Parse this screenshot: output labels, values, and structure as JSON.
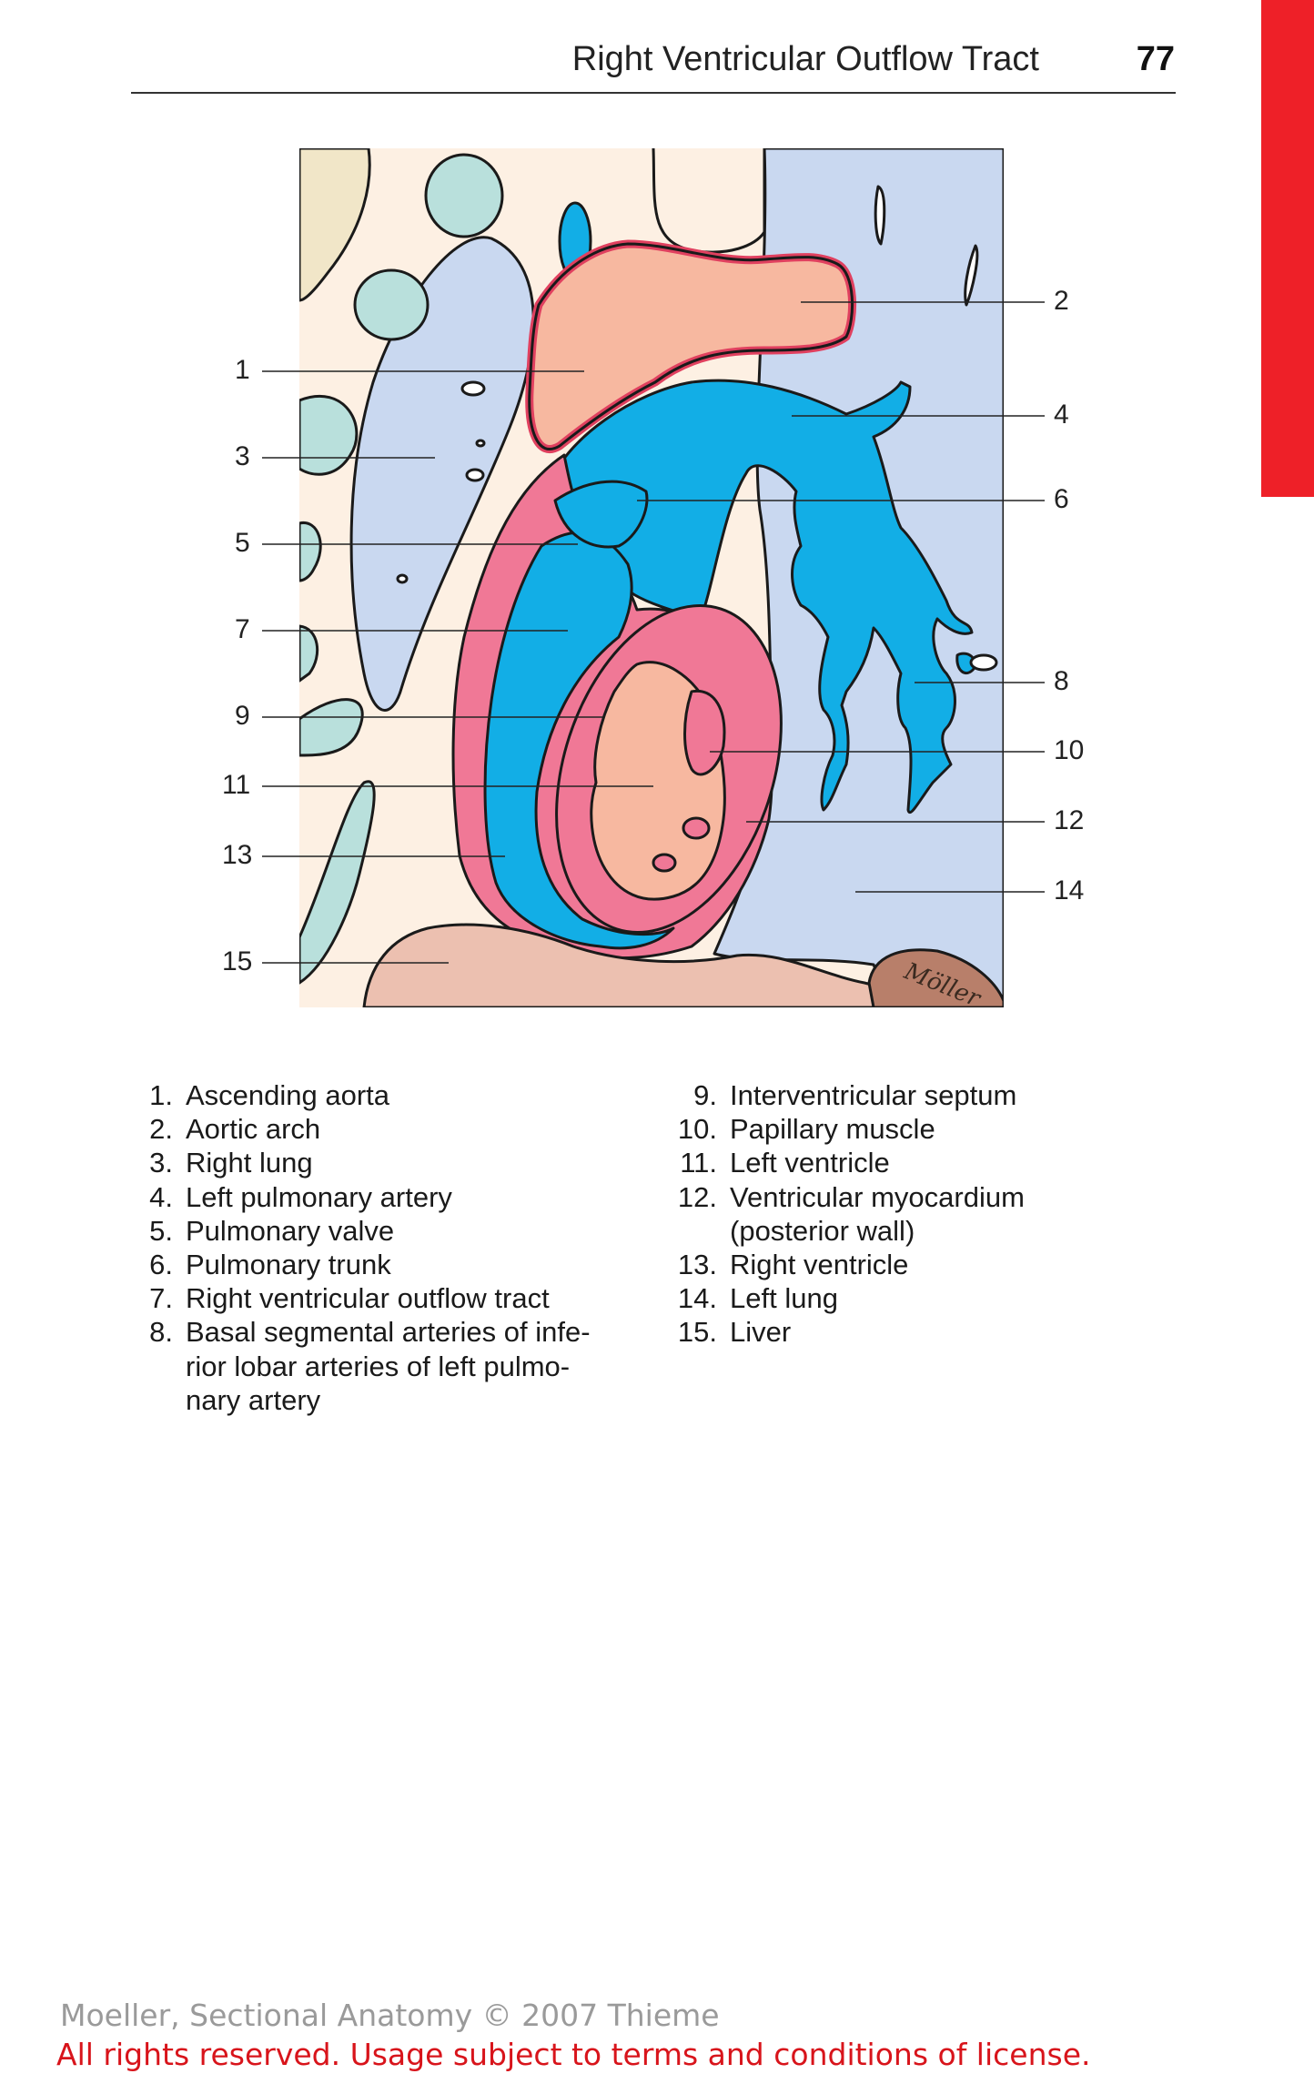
{
  "header": {
    "title": "Right Ventricular Outflow Tract",
    "page_number": "77"
  },
  "figure": {
    "callouts": [
      "1",
      "2",
      "3",
      "4",
      "5",
      "6",
      "7",
      "8",
      "9",
      "10",
      "11",
      "12",
      "13",
      "14",
      "15"
    ],
    "signature": "Möller"
  },
  "legend": {
    "left": [
      {
        "num": "1.",
        "text": "Ascending aorta"
      },
      {
        "num": "2.",
        "text": "Aortic arch"
      },
      {
        "num": "3.",
        "text": "Right lung"
      },
      {
        "num": "4.",
        "text": "Left pulmonary artery"
      },
      {
        "num": "5.",
        "text": "Pulmonary valve"
      },
      {
        "num": "6.",
        "text": "Pulmonary trunk"
      },
      {
        "num": "7.",
        "text": "Right ventricular outflow tract"
      },
      {
        "num": "8.",
        "text": "Basal segmental arteries of infe-"
      },
      {
        "num": "",
        "text": "rior lobar arteries of left pulmo-"
      },
      {
        "num": "",
        "text": "nary artery"
      }
    ],
    "right": [
      {
        "num": "9.",
        "text": "Interventricular septum"
      },
      {
        "num": "10.",
        "text": "Papillary muscle"
      },
      {
        "num": "11.",
        "text": "Left ventricle"
      },
      {
        "num": "12.",
        "text": "Ventricular myocardium"
      },
      {
        "num": "",
        "text": "(posterior wall)"
      },
      {
        "num": "13.",
        "text": "Right ventricle"
      },
      {
        "num": "14.",
        "text": "Left lung"
      },
      {
        "num": "15.",
        "text": "Liver"
      }
    ]
  },
  "footer": {
    "copyright": "Moeller, Sectional Anatomy © 2007 Thieme",
    "license": "All rights reserved. Usage subject to terms and conditions of license."
  },
  "colors": {
    "thumb_tab": "#ee2028",
    "background_tissue": "#fdf0e3",
    "lung": "#c9d8f0",
    "vessel_blue": "#12aee6",
    "myocardium": "#f07896",
    "aorta": "#f7b8a0",
    "liver": "#ecc0b0",
    "spleen": "#b87f6a",
    "vertebra": "#b9e0dc",
    "footer_gray": "#9a9a9a",
    "footer_red": "#d8141b"
  }
}
